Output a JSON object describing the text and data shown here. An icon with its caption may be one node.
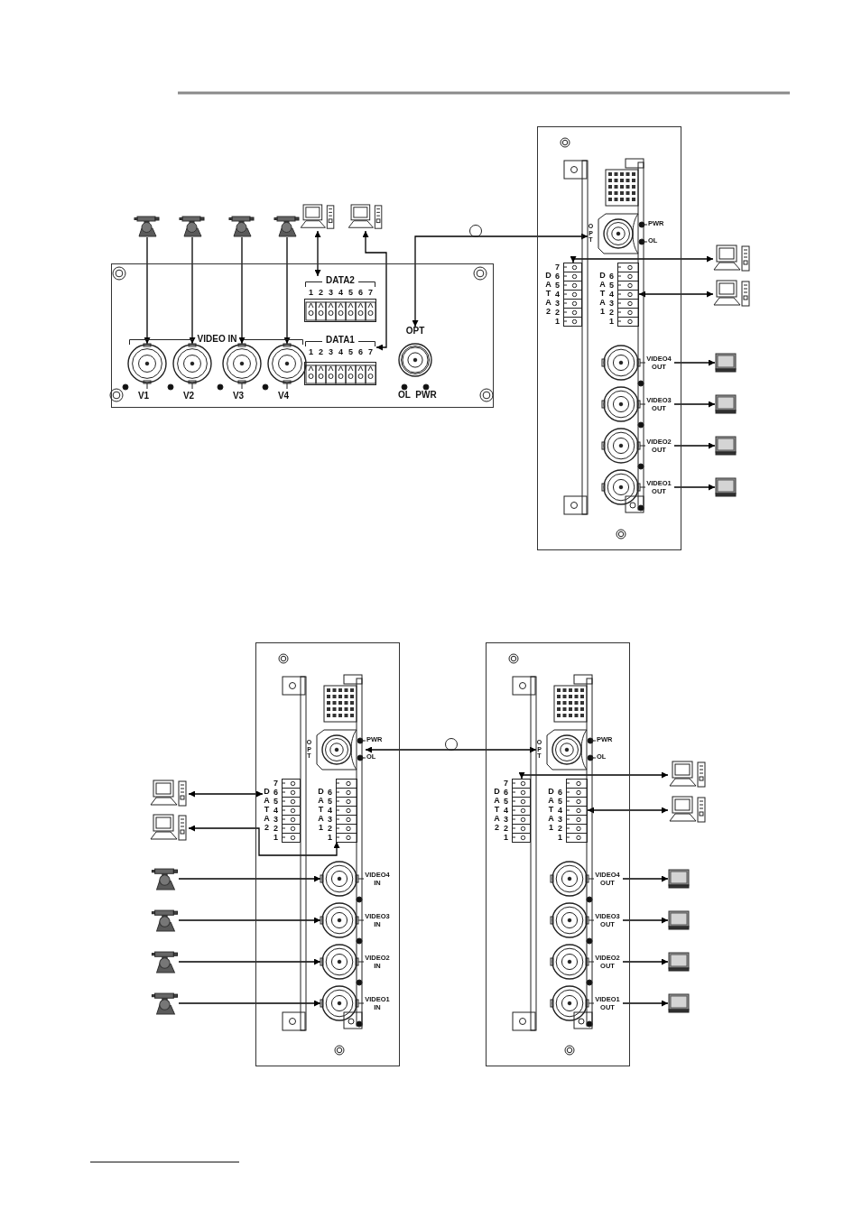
{
  "diagram": {
    "nodes": [
      {
        "text": [],
        "shape": "camera"
      },
      {
        "text": [],
        "shape": "camera"
      },
      {
        "text": [],
        "shape": "camera"
      },
      {
        "text": [],
        "shape": "camera"
      },
      {
        "text": [],
        "shape": "computer"
      },
      {
        "text": [],
        "shape": "computer"
      },
      {
        "text": [],
        "shape": "box"
      },
      {
        "text": [
          "V1"
        ],
        "in": 6
      },
      {
        "text": [
          "V2"
        ],
        "in": 6
      },
      {
        "text": [
          "V3"
        ],
        "in": 6
      },
      {
        "text": [
          "V4"
        ],
        "in": 6
      },
      {
        "text": [
          "DATA2",
          "1",
          "2",
          "3",
          "4",
          "5",
          "6",
          "7"
        ],
        "in": 6
      },
      {
        "text": [
          "DATA1",
          "1",
          "2",
          "3",
          "4",
          "5",
          "6",
          "7"
        ],
        "in": 6
      },
      {
        "text": [
          "OPT"
        ],
        "in": 6
      },
      {
        "text": [],
        "shape": "box"
      },
      {
        "text": [
          "OPT"
        ],
        "in": 14
      },
      {
        "text": [
          "DATA2",
          "7",
          "6",
          "5",
          "4",
          "3",
          "2",
          "1"
        ],
        "in": 14
      },
      {
        "text": [
          "DATA1",
          "6",
          "5",
          "4",
          "3",
          "2",
          "1"
        ],
        "in": 14
      },
      {
        "text": [
          "VIDEO4 OUT"
        ],
        "in": 14
      },
      {
        "text": [
          "VIDEO3 OUT"
        ],
        "in": 14
      },
      {
        "text": [
          "VIDEO2 OUT"
        ],
        "in": 14
      },
      {
        "text": [
          "VIDEO1 OUT"
        ],
        "in": 14
      },
      {
        "text": [],
        "shape": "computer"
      },
      {
        "text": [],
        "shape": "computer"
      },
      {
        "text": [],
        "shape": "monitor"
      },
      {
        "text": [],
        "shape": "monitor"
      },
      {
        "text": [],
        "shape": "monitor"
      },
      {
        "text": [],
        "shape": "monitor"
      },
      {
        "text": [],
        "shape": "computer"
      },
      {
        "text": [],
        "shape": "computer"
      },
      {
        "text": [],
        "shape": "camera"
      },
      {
        "text": [],
        "shape": "camera"
      },
      {
        "text": [],
        "shape": "camera"
      },
      {
        "text": [],
        "shape": "camera"
      },
      {
        "text": [],
        "shape": "box"
      },
      {
        "text": [
          "OPT"
        ],
        "in": 34
      },
      {
        "text": [
          "DATA2",
          "7",
          "6",
          "5",
          "4",
          "3",
          "2",
          "1"
        ],
        "in": 34
      },
      {
        "text": [
          "DATA1",
          "6",
          "5",
          "4",
          "3",
          "2",
          "1"
        ],
        "in": 34
      },
      {
        "text": [
          "VIDEO4 IN"
        ],
        "in": 34
      },
      {
        "text": [
          "VIDEO3 IN"
        ],
        "in": 34
      },
      {
        "text": [
          "VIDEO2 IN"
        ],
        "in": 34
      },
      {
        "text": [
          "VIDEO1 IN"
        ],
        "in": 34
      },
      {
        "text": [],
        "shape": "box"
      },
      {
        "text": [
          "OPT"
        ],
        "in": 42
      },
      {
        "text": [
          "DATA2",
          "7",
          "6",
          "5",
          "4",
          "3",
          "2",
          "1"
        ],
        "in": 42
      },
      {
        "text": [
          "DATA1",
          "6",
          "5",
          "4",
          "3",
          "2",
          "1"
        ],
        "in": 42
      },
      {
        "text": [
          "VIDEO4 OUT"
        ],
        "in": 42
      },
      {
        "text": [
          "VIDEO3 OUT"
        ],
        "in": 42
      },
      {
        "text": [
          "VIDEO2 OUT"
        ],
        "in": 42
      },
      {
        "text": [
          "VIDEO1 OUT"
        ],
        "in": 42
      },
      {
        "text": [],
        "shape": "computer"
      },
      {
        "text": [],
        "shape": "computer"
      },
      {
        "text": [],
        "shape": "monitor"
      },
      {
        "text": [],
        "shape": "monitor"
      },
      {
        "text": [],
        "shape": "monitor"
      },
      {
        "text": [],
        "shape": "monitor"
      }
    ],
    "edges": [
      {
        "from": 0,
        "to": 7,
        "arrow": "to"
      },
      {
        "from": 1,
        "to": 8,
        "arrow": "to"
      },
      {
        "from": 2,
        "to": 9,
        "arrow": "to"
      },
      {
        "from": 3,
        "to": 10,
        "arrow": "to"
      },
      {
        "from": 4,
        "to": 11,
        "arrow": "both"
      },
      {
        "from": 5,
        "to": 12,
        "arrow": "both"
      },
      {
        "from": 13,
        "to": 15,
        "arrow": "both"
      },
      {
        "from": 16,
        "to": 22,
        "arrow": "both"
      },
      {
        "from": 17,
        "to": 23,
        "arrow": "both"
      },
      {
        "from": 18,
        "to": 24,
        "arrow": "to"
      },
      {
        "from": 19,
        "to": 25,
        "arrow": "to"
      },
      {
        "from": 20,
        "to": 26,
        "arrow": "to"
      },
      {
        "from": 21,
        "to": 27,
        "arrow": "to"
      },
      {
        "from": 28,
        "to": 36,
        "arrow": "both"
      },
      {
        "from": 29,
        "to": 37,
        "arrow": "both"
      },
      {
        "from": 30,
        "to": 38,
        "arrow": "to"
      },
      {
        "from": 31,
        "to": 39,
        "arrow": "to"
      },
      {
        "from": 32,
        "to": 40,
        "arrow": "to"
      },
      {
        "from": 33,
        "to": 41,
        "arrow": "to"
      },
      {
        "from": 35,
        "to": 43,
        "arrow": "both"
      },
      {
        "from": 44,
        "to": 50,
        "arrow": "both"
      },
      {
        "from": 45,
        "to": 51,
        "arrow": "both"
      },
      {
        "from": 46,
        "to": 52,
        "arrow": "to"
      },
      {
        "from": 47,
        "to": 53,
        "arrow": "to"
      },
      {
        "from": 48,
        "to": 54,
        "arrow": "to"
      },
      {
        "from": 49,
        "to": 55,
        "arrow": "to"
      }
    ],
    "labels": [
      "VIDEO IN",
      "OL",
      "PWR",
      "PWR",
      "OL",
      "PWR",
      "OL",
      "PWR",
      "OL"
    ]
  }
}
